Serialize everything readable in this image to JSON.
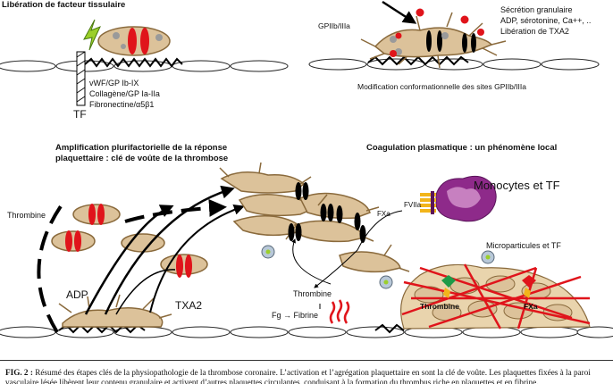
{
  "top_left": {
    "factor_label": "Libération de facteur tissulaire",
    "tf_label": "TF",
    "receptors": [
      "vWF/GP Ib-IX",
      "Collagène/GP Ia-IIa",
      "Fibronectine/α5β1"
    ]
  },
  "top_right": {
    "gp_label": "GPIIb/IIIa",
    "secretion": [
      "Sécrétion granulaire",
      "ADP, sérotonine, Ca++, ..",
      "Libération de TXA2"
    ],
    "conformation": "Modification conformationnelle des sites GPIIb/IIIa"
  },
  "bottom_left": {
    "heading": [
      "Amplification plurifactorielle de la réponse",
      "plaquettaire : clé de voûte de la thrombose"
    ],
    "thrombine": "Thrombine",
    "adp": "ADP",
    "txa2": "TXA2"
  },
  "bottom_right": {
    "heading": "Coagulation plasmatique : un phénomène local",
    "monocytes": "Monocytes et TF",
    "fviia": "FVIIa",
    "fxa": "FXa",
    "microparticules": "Microparticules et TF",
    "thrombine": "Thrombine",
    "fibrine": "Fg → Fibrine",
    "clot_thrombine": "Thrombine",
    "clot_fxa": "FXa"
  },
  "caption": {
    "fig_label": "FIG. 2 :",
    "text": "Résumé des étapes clés de la physiopathologie de la thrombose coronaire. L’activation et l’agrégation plaquettaire en sont la clé de voûte. Les plaquettes",
    "line2": "fixées à la paroi vasculaire lésée libèrent leur contenu granulaire et activent d’autres plaquettes circulantes, conduisant à la formation du thrombus riche en plaquettes et en fibrine."
  },
  "colors": {
    "red": "#e0141b",
    "platelet_fill": "#dcc29a",
    "platelet_stroke": "#8a6a3c",
    "monocyte": "#8e2a8a",
    "yellow_green": "#9bcf2a",
    "gray_dot": "#9a9a9a"
  }
}
